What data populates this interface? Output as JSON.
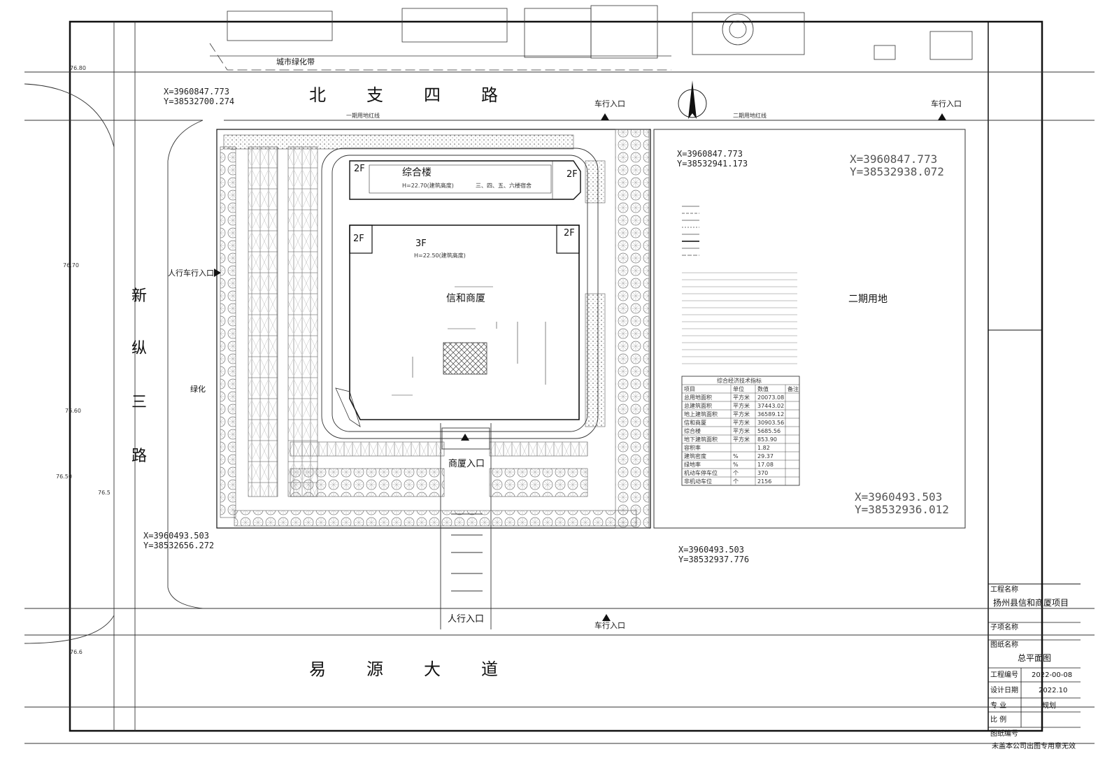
{
  "roads": {
    "north": "北 支 四 路",
    "south": "易 源 大 道",
    "west_chars": [
      "新",
      "纵",
      "三",
      "路"
    ]
  },
  "labels": {
    "city_green": "城市绿化带",
    "phase2_land": "二期用地",
    "green": "绿化",
    "ped_vehicle_entrance": "人行车行入口",
    "vehicle_entrance_n1": "车行入口",
    "vehicle_entrance_n2": "车行入口",
    "vehicle_entrance_s": "车行入口",
    "ped_entrance": "人行入口",
    "mall_entrance": "商厦入口",
    "setback_line_1": "一期用地红线",
    "setback_line_2": "二期用地红线"
  },
  "buildings": {
    "complex": {
      "name": "综合楼",
      "floors_left": "2F",
      "floors_right": "2F",
      "sub": "三、四、五、六楼宿舍",
      "height_note": "H=22.70(建筑高度)"
    },
    "mall": {
      "name": "信和商厦",
      "floors": "3F",
      "floors_l": "2F",
      "floors_r": "2F",
      "height_note": "H=22.50(建筑高度)"
    }
  },
  "coords": {
    "ne_big": [
      "X=3960847.773",
      "Y=38532938.072"
    ],
    "se_big": [
      "X=3960493.503",
      "Y=38532936.012"
    ],
    "nw": [
      "X=3960847.773",
      "Y=38532700.274"
    ],
    "sw": [
      "X=3960493.503",
      "Y=38532656.272"
    ],
    "mid_s": [
      "X=3960493.503",
      "Y=38532937.776"
    ],
    "mid_n": [
      "X=3960847.773",
      "Y=38532941.173"
    ]
  },
  "elevations": [
    "76.80",
    "76.70",
    "76.60",
    "76.50",
    "76.5",
    "76.6"
  ],
  "table": {
    "title": "综合经济技术指标",
    "headers": [
      "项目",
      "单位",
      "数值",
      "备注"
    ],
    "rows": [
      [
        "总用地面积",
        "平方米",
        "20073.08",
        ""
      ],
      [
        "总建筑面积",
        "平方米",
        "37443.02",
        ""
      ],
      [
        "地上建筑面积",
        "平方米",
        "36589.12",
        ""
      ],
      [
        "信和商厦",
        "平方米",
        "30903.56",
        ""
      ],
      [
        "综合楼",
        "平方米",
        "5685.56",
        ""
      ],
      [
        "地下建筑面积",
        "平方米",
        "853.90",
        ""
      ],
      [
        "容积率",
        "",
        "1.82",
        ""
      ],
      [
        "建筑密度",
        "%",
        "29.37",
        ""
      ],
      [
        "绿地率",
        "%",
        "17.08",
        ""
      ],
      [
        "机动车停车位",
        "个",
        "370",
        ""
      ],
      [
        "非机动车位",
        "个",
        "2156",
        ""
      ]
    ]
  },
  "title_block": {
    "project_label": "工程名称",
    "project": "扬州县信和商厦项目",
    "subitem_label": "子项名称",
    "drawing_label": "图纸名称",
    "drawing": "总平面图",
    "number_label": "工程编号",
    "number": "2022-00-08",
    "date_label": "设计日期",
    "date": "2022.10",
    "discipline_label": "专 业",
    "discipline": "规划",
    "scale_label": "比 例",
    "sheet_label": "图纸编号",
    "footer": "未盖本公司出图专用章无效"
  },
  "colors": {
    "line": "#111111",
    "grey": "#666666",
    "hatch": "#999999"
  }
}
